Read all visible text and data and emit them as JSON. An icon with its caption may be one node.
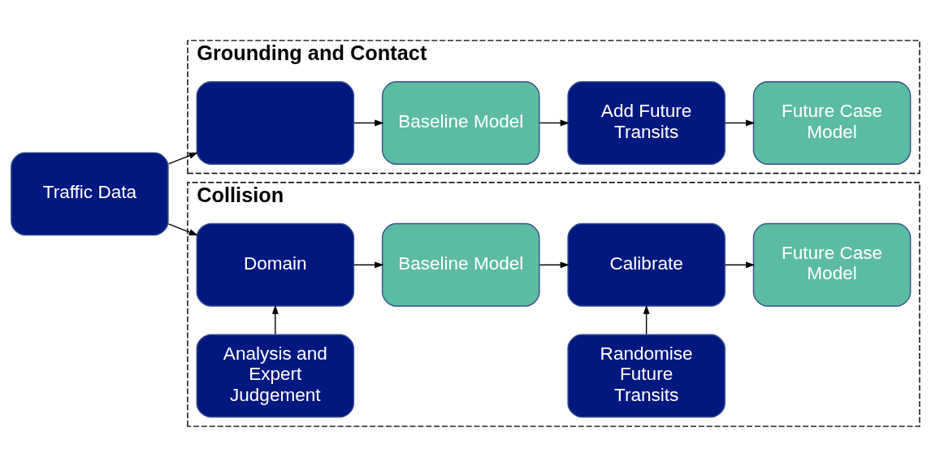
{
  "diagram": {
    "nodes": [
      {
        "text": [
          "Grounding and Contact"
        ]
      },
      {
        "text": [],
        "shape": "box",
        "in": 0
      },
      {
        "text": [
          "Baseline Model"
        ],
        "in": 0
      },
      {
        "text": [
          "Add Future Transits"
        ],
        "in": 0
      },
      {
        "text": [
          "Future Case Model"
        ],
        "in": 0
      },
      {
        "text": [
          "Traffic Data"
        ]
      },
      {
        "text": [
          "Collision"
        ]
      },
      {
        "text": [
          "Domain"
        ],
        "in": 6
      },
      {
        "text": [
          "Baseline Model"
        ],
        "in": 6
      },
      {
        "text": [
          "Calibrate"
        ],
        "in": 6
      },
      {
        "text": [
          "Future Case Model"
        ],
        "in": 6
      },
      {
        "text": [
          "Analysis and Expert Judgement"
        ],
        "in": 6
      },
      {
        "text": [
          "Randomise Future Transits"
        ],
        "in": 6
      }
    ],
    "edges": [
      {
        "from": 5,
        "to": 1,
        "arrow": "to"
      },
      {
        "from": 1,
        "to": 2,
        "arrow": "to"
      },
      {
        "from": 2,
        "to": 3,
        "arrow": "to"
      },
      {
        "from": 3,
        "to": 4,
        "arrow": "to"
      },
      {
        "from": 5,
        "to": 7,
        "arrow": "to"
      },
      {
        "from": 7,
        "to": 8,
        "arrow": "to"
      },
      {
        "from": 8,
        "to": 9,
        "arrow": "to"
      },
      {
        "from": 9,
        "to": 10,
        "arrow": "to"
      },
      {
        "from": 11,
        "to": 7,
        "arrow": "to"
      },
      {
        "from": 12,
        "to": 9,
        "arrow": "to"
      }
    ]
  }
}
